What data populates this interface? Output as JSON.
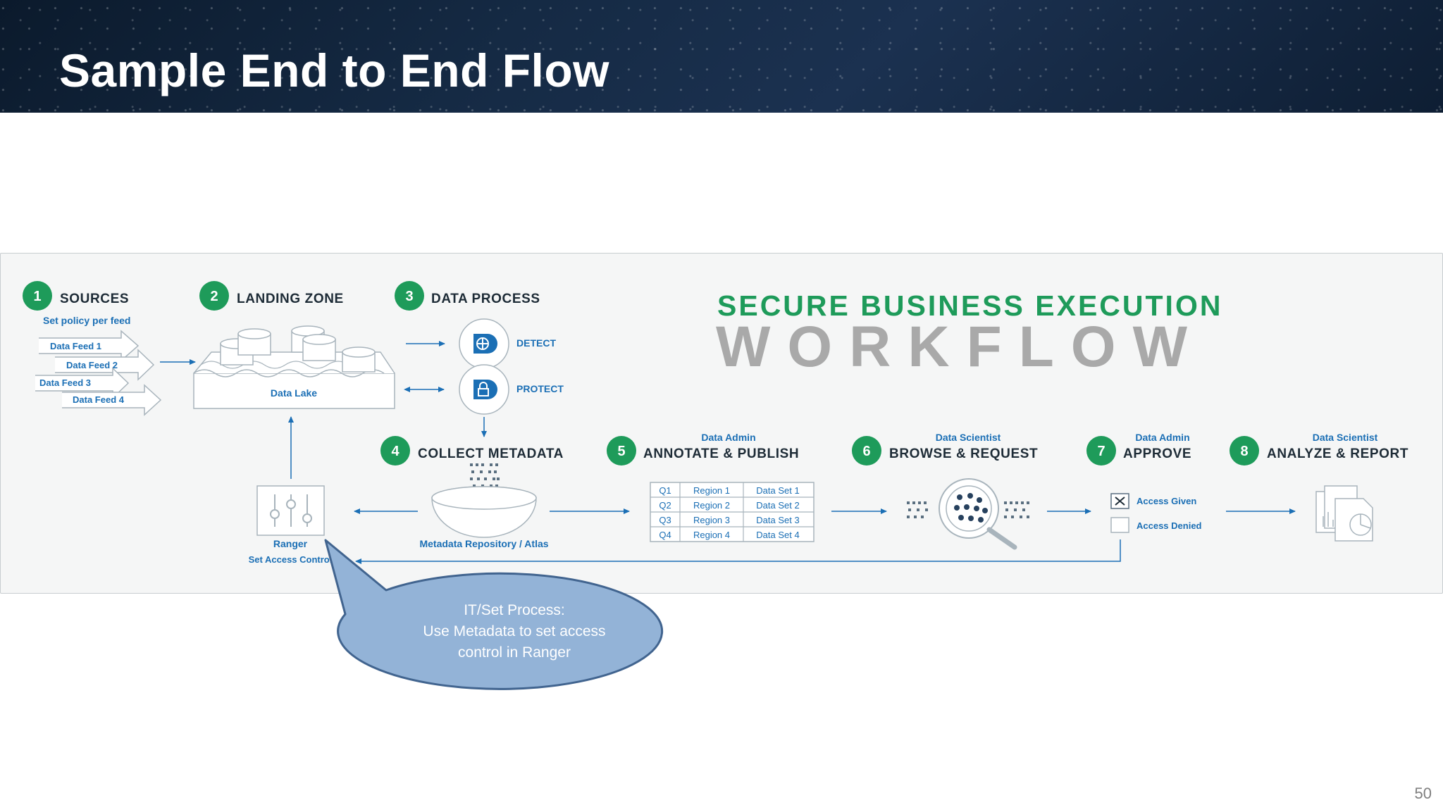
{
  "slide": {
    "title": "Sample End to End Flow",
    "page_number": "50"
  },
  "workflow": {
    "title_line1": "SECURE BUSINESS EXECUTION",
    "title_line2": "WORKFLOW",
    "steps": [
      {
        "number": "1",
        "label": "SOURCES"
      },
      {
        "number": "2",
        "label": "LANDING ZONE"
      },
      {
        "number": "3",
        "label": "DATA PROCESS"
      },
      {
        "number": "4",
        "label": "COLLECT METADATA"
      },
      {
        "number": "5",
        "label": "ANNOTATE & PUBLISH",
        "role": "Data Admin"
      },
      {
        "number": "6",
        "label": "BROWSE & REQUEST",
        "role": "Data Scientist"
      },
      {
        "number": "7",
        "label": "APPROVE",
        "role": "Data Admin"
      },
      {
        "number": "8",
        "label": "ANALYZE & REPORT",
        "role": "Data Scientist"
      }
    ],
    "sources": {
      "policy": "Set policy per feed",
      "feeds": [
        "Data Feed 1",
        "Data Feed 2",
        "Data Feed 3",
        "Data Feed 4"
      ]
    },
    "data_lake_label": "Data Lake",
    "process": {
      "detect": "DETECT",
      "protect": "PROTECT"
    },
    "metadata_label": "Metadata Repository / Atlas",
    "ranger": {
      "label": "Ranger",
      "sub": "Set Access Control"
    },
    "table": [
      [
        "Q1",
        "Region 1",
        "Data Set 1"
      ],
      [
        "Q2",
        "Region 2",
        "Data Set 2"
      ],
      [
        "Q3",
        "Region 3",
        "Data Set 3"
      ],
      [
        "Q4",
        "Region 4",
        "Data Set 4"
      ]
    ],
    "access": {
      "given": "Access Given",
      "denied": "Access Denied"
    }
  },
  "callout": {
    "lines": [
      "IT/Set Process:",
      "Use Metadata to set access",
      "control in Ranger"
    ]
  },
  "colors": {
    "green": "#1e9b5a",
    "blue": "#1b6fb5",
    "dark_text": "#1d2b36",
    "gray_title": "#a9a9a9",
    "callout_fill": "#93b3d7",
    "callout_border": "#41648f"
  }
}
